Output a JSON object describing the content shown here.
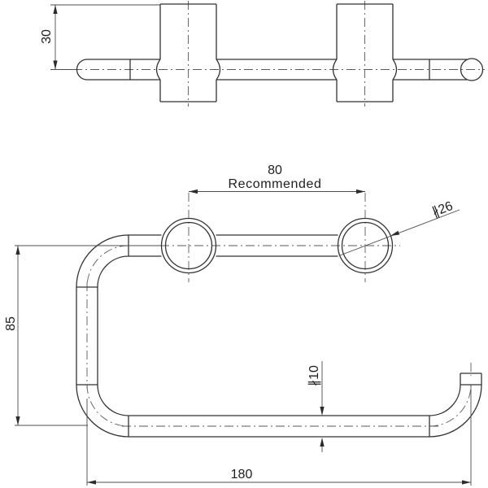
{
  "drawing": {
    "type": "technical-drawing",
    "background": "#ffffff",
    "object_line_color": "#323232",
    "thin_line_color": "#4c4c4c",
    "text_color": "#1e1e1e",
    "views": {
      "top_view": "wall-bar plan with two mounting posts",
      "front_view": "towel holder elevation with two flanges"
    },
    "dimensions": {
      "post_height": "30",
      "mounting_centres": "80",
      "mounting_centres_note": "Recommended",
      "flange_diameter": "∦26",
      "overall_drop": "85",
      "rail_diameter": "∦10",
      "overall_width": "180"
    }
  }
}
